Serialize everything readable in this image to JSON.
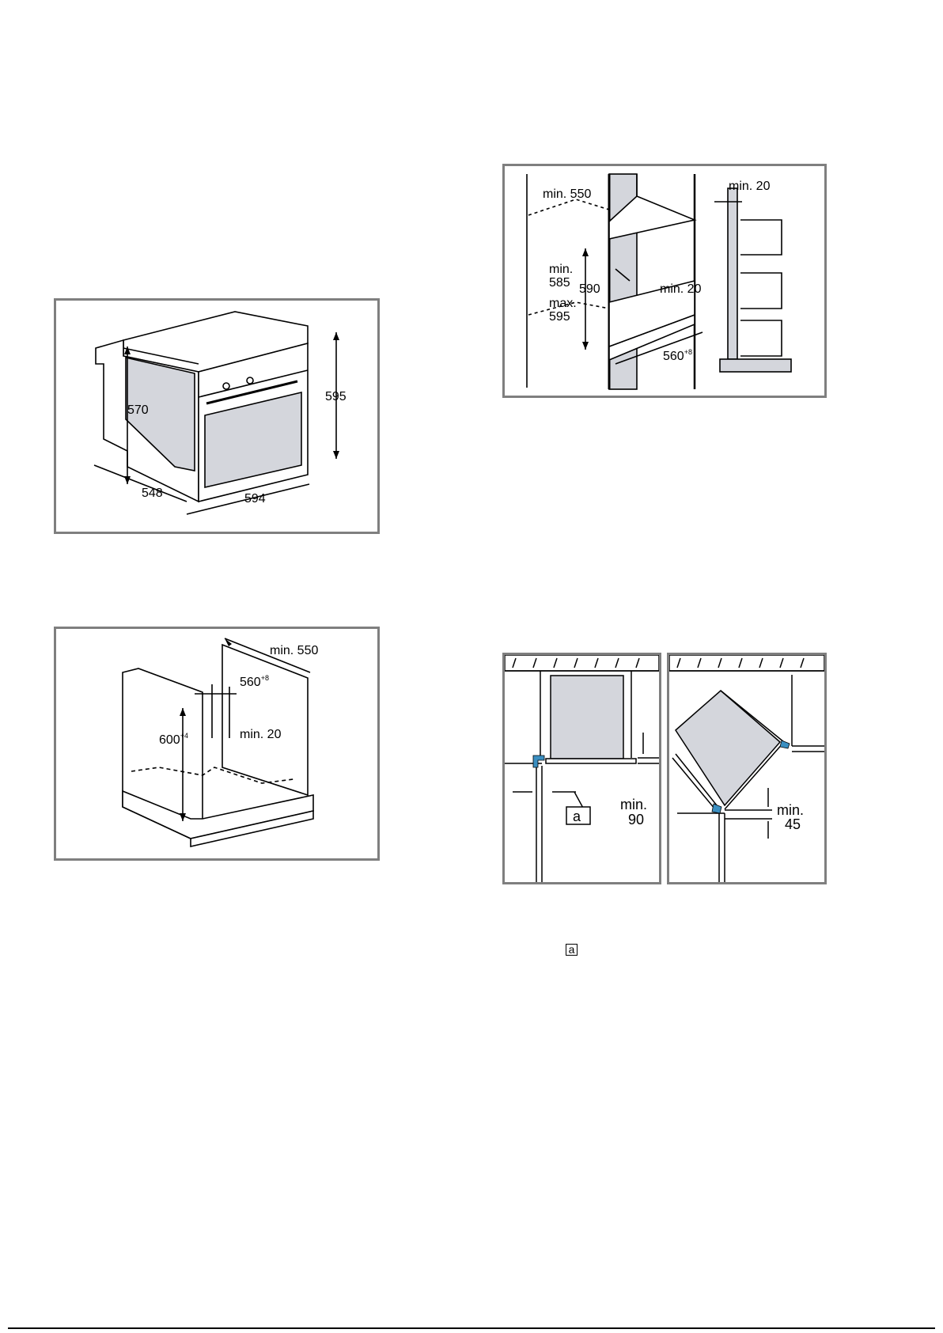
{
  "oven_dimensions": {
    "depth_door": "570",
    "height": "595",
    "depth": "548",
    "width": "594"
  },
  "undercounter_installation": {
    "depth_min": "min. 550",
    "niche_width": "560",
    "niche_width_tolerance": "+8",
    "niche_height": "600",
    "niche_height_tolerance": "+4",
    "vent_gap": "min. 20"
  },
  "tall_unit_installation": {
    "depth_min": "min. 550",
    "height_min_label": "min.",
    "height_min_value": "585",
    "height_nominal": "590",
    "height_max_label": "max.",
    "height_max_value": "595",
    "vent_gap": "min. 20",
    "niche_width": "560",
    "niche_width_tolerance": "+8",
    "side_gap": "min. 20"
  },
  "corner_installation": {
    "callout": "a",
    "clearance_front_label": "min.",
    "clearance_front_value": "90",
    "clearance_angle_label": "min.",
    "clearance_angle_value": "45"
  },
  "legend": {
    "callout": "a"
  },
  "colors": {
    "frame": "#7f7f7f",
    "fill_grey": "#d4d6dc",
    "accent_blue": "#3b8fc1"
  }
}
